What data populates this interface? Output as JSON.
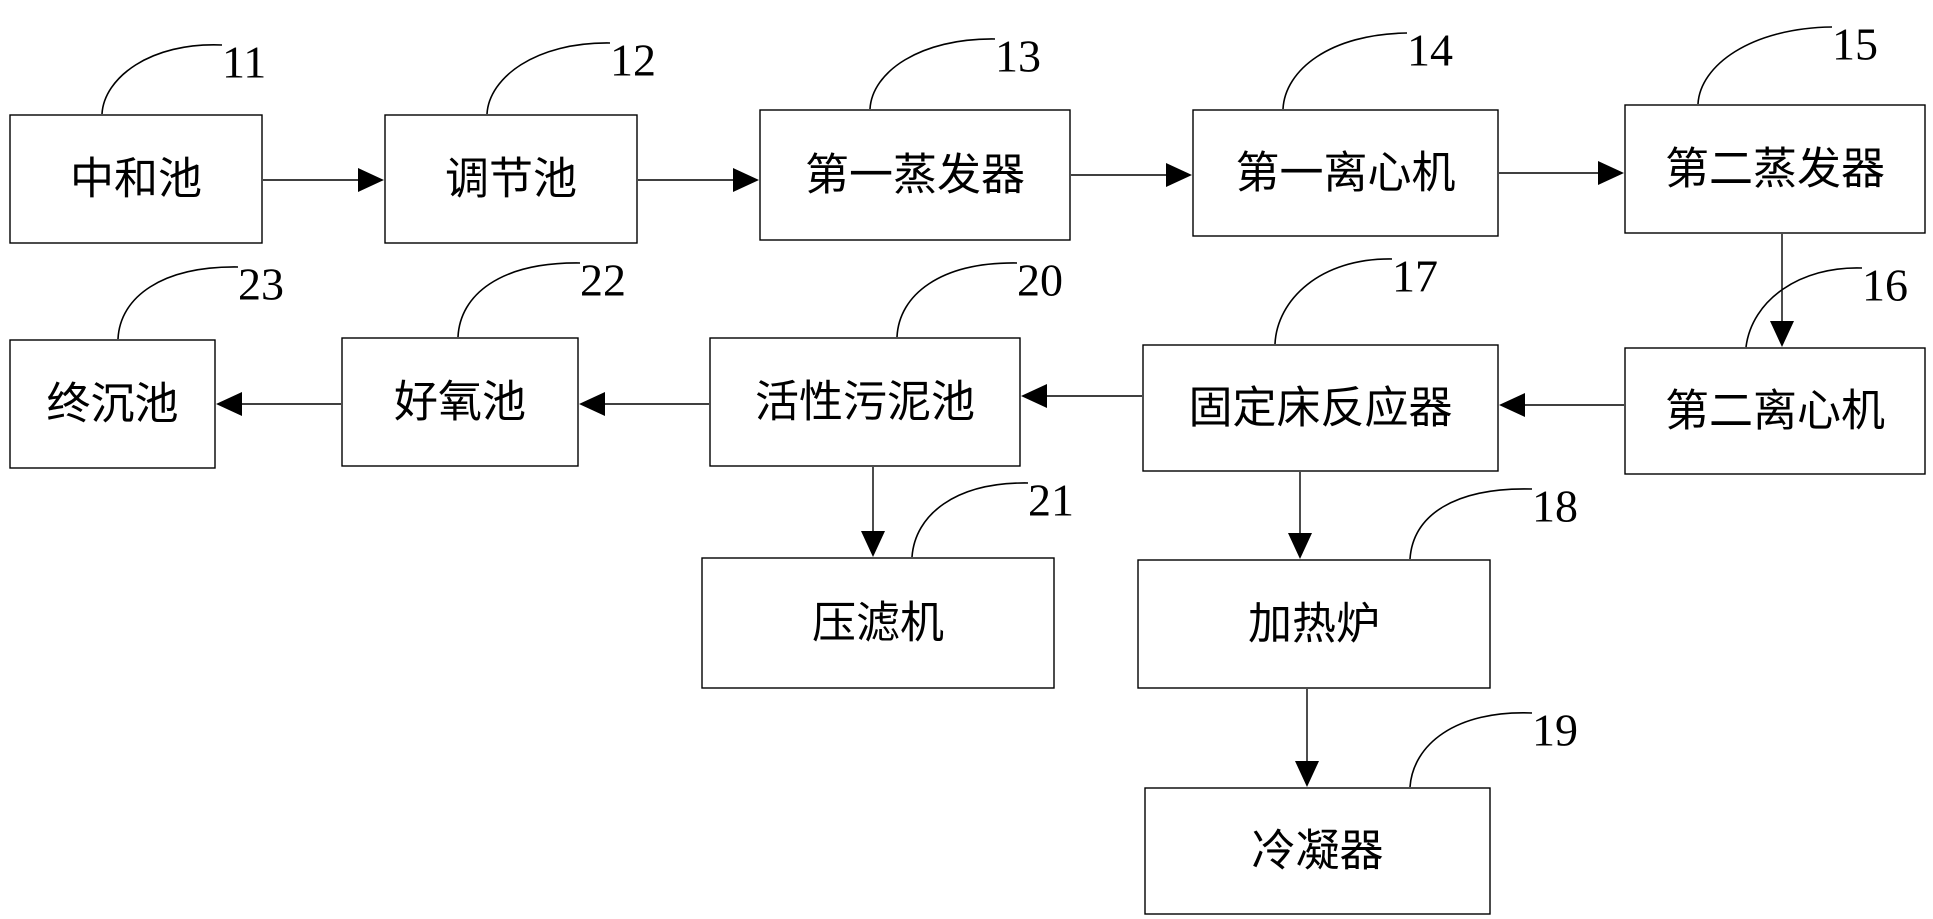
{
  "diagram": {
    "nodes": [
      {
        "id": "n11",
        "label": "中和池",
        "ref": "11"
      },
      {
        "id": "n12",
        "label": "调节池",
        "ref": "12"
      },
      {
        "id": "n13",
        "label": "第一蒸发器",
        "ref": "13"
      },
      {
        "id": "n14",
        "label": "第一离心机",
        "ref": "14"
      },
      {
        "id": "n15",
        "label": "第二蒸发器",
        "ref": "15"
      },
      {
        "id": "n16",
        "label": "第二离心机",
        "ref": "16"
      },
      {
        "id": "n17",
        "label": "固定床反应器",
        "ref": "17"
      },
      {
        "id": "n18",
        "label": "加热炉",
        "ref": "18"
      },
      {
        "id": "n19",
        "label": "冷凝器",
        "ref": "19"
      },
      {
        "id": "n20",
        "label": "活性污泥池",
        "ref": "20"
      },
      {
        "id": "n21",
        "label": "压滤机",
        "ref": "21"
      },
      {
        "id": "n22",
        "label": "好氧池",
        "ref": "22"
      },
      {
        "id": "n23",
        "label": "终沉池",
        "ref": "23"
      }
    ],
    "edges": [
      {
        "from": "n11",
        "to": "n12"
      },
      {
        "from": "n12",
        "to": "n13"
      },
      {
        "from": "n13",
        "to": "n14"
      },
      {
        "from": "n14",
        "to": "n15"
      },
      {
        "from": "n15",
        "to": "n16"
      },
      {
        "from": "n16",
        "to": "n17"
      },
      {
        "from": "n17",
        "to": "n20"
      },
      {
        "from": "n17",
        "to": "n18"
      },
      {
        "from": "n18",
        "to": "n19"
      },
      {
        "from": "n20",
        "to": "n22"
      },
      {
        "from": "n20",
        "to": "n21"
      },
      {
        "from": "n22",
        "to": "n23"
      }
    ]
  }
}
